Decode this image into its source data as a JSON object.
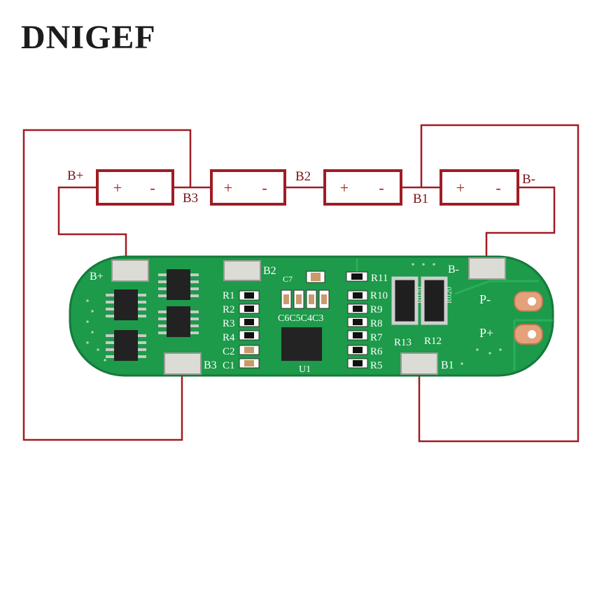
{
  "brand": "DNIGEF",
  "wire_color": "#a01c24",
  "pcb_color": "#1d9a4a",
  "cells": [
    {
      "plus": "+",
      "minus": "-"
    },
    {
      "plus": "+",
      "minus": "-"
    },
    {
      "plus": "+",
      "minus": "-"
    },
    {
      "plus": "+",
      "minus": "-"
    }
  ],
  "wire_labels": {
    "bplus": "B+",
    "b3": "B3",
    "b2": "B2",
    "b1": "B1",
    "bminus": "B-"
  },
  "board": {
    "pad_bplus": "B+",
    "pad_b2": "B2",
    "pad_bminus": "B-",
    "pad_b3": "B3",
    "pad_b1": "B1",
    "pad_pminus": "P-",
    "pad_pplus": "P+",
    "left_labels": [
      "R1",
      "R2",
      "R3",
      "R4",
      "C2",
      "C1"
    ],
    "right_labels": [
      "R10",
      "R9",
      "R8",
      "R7",
      "R6",
      "R5"
    ],
    "r11": "R11",
    "caps": "C6C5C4C3",
    "c7": "C7",
    "u1": "U1",
    "r13": "R13",
    "r12": "R12",
    "shunt_text": "R020"
  }
}
